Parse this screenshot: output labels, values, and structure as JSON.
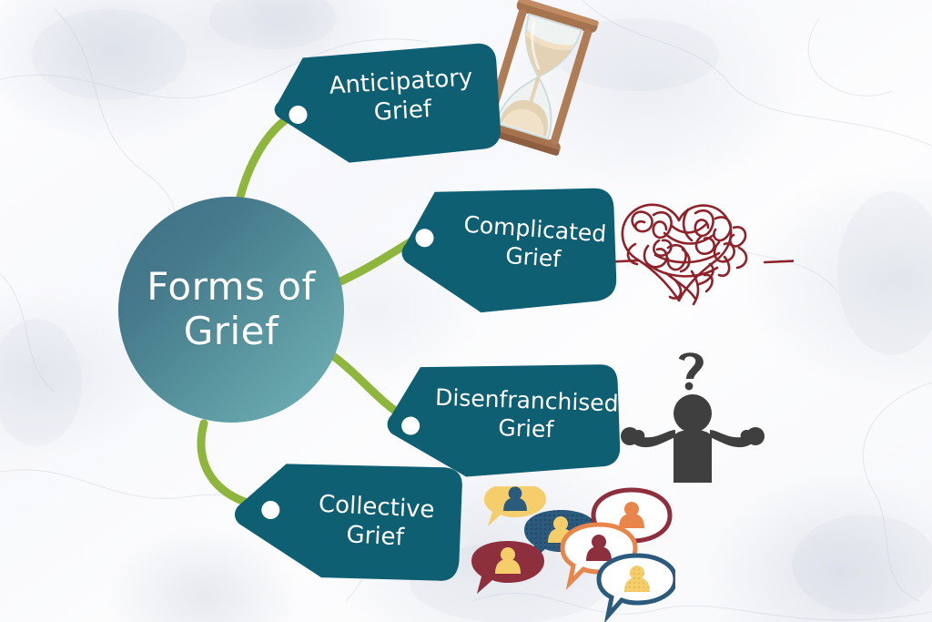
{
  "title": "Forms of Grief",
  "theme": {
    "tag_fill": "#0f5f73",
    "tag_text": "#ffffff",
    "hub_gradient_from": "#3c7184",
    "hub_gradient_to": "#74b3b8",
    "connector": "#8fb63c",
    "eyelet": "#ffffff",
    "background": "#fdfdfe",
    "heart_line": "#8e2229",
    "person_silhouette": "#3f3f3f",
    "bubble_yellow": "#f5ce6b",
    "bubble_navy": "#2c5a7c",
    "bubble_maroon": "#8e2f3e",
    "bubble_orange": "#e8854a"
  },
  "hub": {
    "line1": "Forms of",
    "line2": "Grief"
  },
  "branches": [
    {
      "id": "anticipatory",
      "line1": "Anticipatory",
      "line2": "Grief",
      "icon": "hourglass-icon"
    },
    {
      "id": "complicated",
      "line1": "Complicated",
      "line2": "Grief",
      "icon": "tangled-heart-icon"
    },
    {
      "id": "disenfranchised",
      "line1": "Disenfranchised",
      "line2": "Grief",
      "icon": "shrugging-person-icon"
    },
    {
      "id": "collective",
      "line1": "Collective",
      "line2": "Grief",
      "icon": "speech-bubbles-icon"
    }
  ],
  "decorations": {
    "hourglass": "hourglass-icon",
    "tangled_heart": "tangled-heart-icon",
    "shrugging_person": "shrugging-person-icon",
    "question_mark": "?",
    "speech_bubbles": "speech-bubbles-icon"
  }
}
